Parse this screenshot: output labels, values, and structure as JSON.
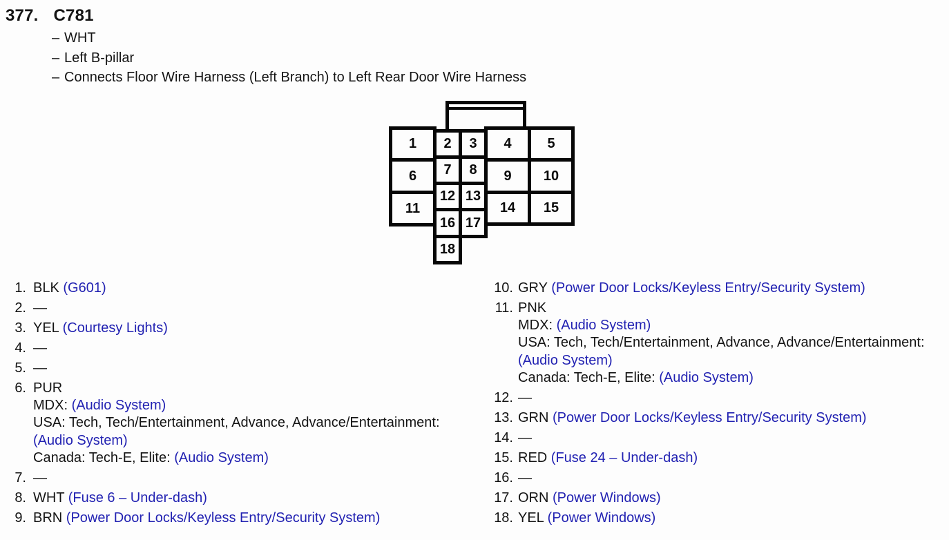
{
  "colors": {
    "link": "#2222b2",
    "text": "#141414",
    "diagram_line": "#070707",
    "background": "#fdfdfd"
  },
  "header": {
    "index": "377.",
    "code": "C781"
  },
  "details": {
    "bullet": "–",
    "items": [
      "WHT",
      "Left B-pillar",
      "Connects Floor Wire Harness (Left Branch) to Left Rear Door Wire Harness"
    ]
  },
  "connector": {
    "cells": [
      "1",
      "2",
      "3",
      "4",
      "5",
      "6",
      "7",
      "8",
      "9",
      "10",
      "11",
      "12",
      "13",
      "14",
      "15",
      "16",
      "17",
      "18"
    ]
  },
  "pins": {
    "left": [
      {
        "num": "1.",
        "lines": [
          [
            {
              "text": "BLK ",
              "link": false
            },
            {
              "text": "(G601)",
              "link": true
            }
          ]
        ]
      },
      {
        "num": "2.",
        "lines": [
          [
            {
              "text": "—",
              "link": false
            }
          ]
        ]
      },
      {
        "num": "3.",
        "lines": [
          [
            {
              "text": "YEL ",
              "link": false
            },
            {
              "text": "(Courtesy Lights)",
              "link": true
            }
          ]
        ]
      },
      {
        "num": "4.",
        "lines": [
          [
            {
              "text": "—",
              "link": false
            }
          ]
        ]
      },
      {
        "num": "5.",
        "lines": [
          [
            {
              "text": "—",
              "link": false
            }
          ]
        ]
      },
      {
        "num": "6.",
        "lines": [
          [
            {
              "text": "PUR",
              "link": false
            }
          ],
          [
            {
              "text": "MDX: ",
              "link": false
            },
            {
              "text": "(Audio System)",
              "link": true
            }
          ],
          [
            {
              "text": "USA: Tech, Tech/Entertainment, Advance, Advance/Entertainment:",
              "link": false
            }
          ],
          [
            {
              "text": "(Audio System)",
              "link": true
            }
          ],
          [
            {
              "text": "Canada: Tech-E, Elite: ",
              "link": false
            },
            {
              "text": "(Audio System)",
              "link": true
            }
          ]
        ]
      },
      {
        "num": "7.",
        "lines": [
          [
            {
              "text": "—",
              "link": false
            }
          ]
        ]
      },
      {
        "num": "8.",
        "lines": [
          [
            {
              "text": "WHT ",
              "link": false
            },
            {
              "text": "(Fuse 6 – Under-dash)",
              "link": true
            }
          ]
        ]
      },
      {
        "num": "9.",
        "lines": [
          [
            {
              "text": "BRN ",
              "link": false
            },
            {
              "text": "(Power Door Locks/Keyless Entry/Security System)",
              "link": true
            }
          ]
        ]
      }
    ],
    "right": [
      {
        "num": "10.",
        "lines": [
          [
            {
              "text": "GRY ",
              "link": false
            },
            {
              "text": "(Power Door Locks/Keyless Entry/Security System)",
              "link": true
            }
          ]
        ]
      },
      {
        "num": "11.",
        "lines": [
          [
            {
              "text": "PNK",
              "link": false
            }
          ],
          [
            {
              "text": "MDX: ",
              "link": false
            },
            {
              "text": "(Audio System)",
              "link": true
            }
          ],
          [
            {
              "text": "USA: Tech, Tech/Entertainment, Advance, Advance/Entertainment:",
              "link": false
            }
          ],
          [
            {
              "text": "(Audio System)",
              "link": true
            }
          ],
          [
            {
              "text": "Canada: Tech-E, Elite: ",
              "link": false
            },
            {
              "text": "(Audio System)",
              "link": true
            }
          ]
        ]
      },
      {
        "num": "12.",
        "lines": [
          [
            {
              "text": "—",
              "link": false
            }
          ]
        ]
      },
      {
        "num": "13.",
        "lines": [
          [
            {
              "text": "GRN ",
              "link": false
            },
            {
              "text": "(Power Door Locks/Keyless Entry/Security System)",
              "link": true
            }
          ]
        ]
      },
      {
        "num": "14.",
        "lines": [
          [
            {
              "text": "—",
              "link": false
            }
          ]
        ]
      },
      {
        "num": "15.",
        "lines": [
          [
            {
              "text": "RED ",
              "link": false
            },
            {
              "text": "(Fuse 24 – Under-dash)",
              "link": true
            }
          ]
        ]
      },
      {
        "num": "16.",
        "lines": [
          [
            {
              "text": "—",
              "link": false
            }
          ]
        ]
      },
      {
        "num": "17.",
        "lines": [
          [
            {
              "text": "ORN ",
              "link": false
            },
            {
              "text": "(Power Windows)",
              "link": true
            }
          ]
        ]
      },
      {
        "num": "18.",
        "lines": [
          [
            {
              "text": "YEL ",
              "link": false
            },
            {
              "text": "(Power Windows)",
              "link": true
            }
          ]
        ]
      }
    ]
  }
}
